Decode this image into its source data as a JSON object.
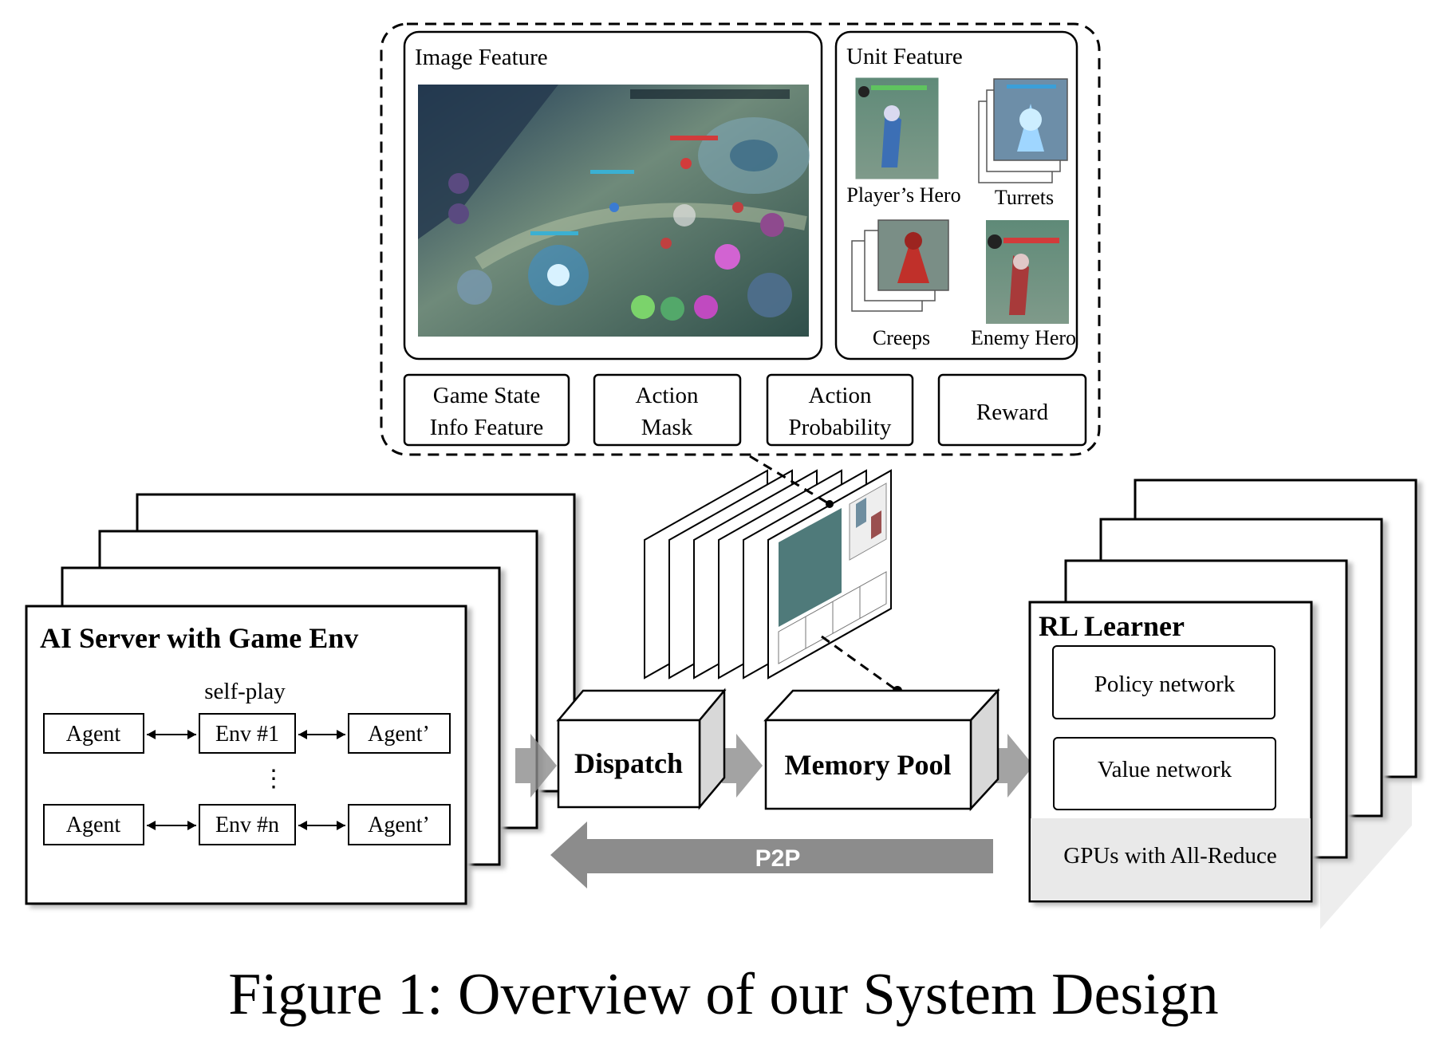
{
  "features": {
    "image_feature": {
      "title": "Image Feature"
    },
    "unit_feature": {
      "title": "Unit Feature",
      "items": [
        "Player’s Hero",
        "Turrets",
        "Creeps",
        "Enemy Hero"
      ]
    },
    "info_boxes": [
      {
        "line1": "Game State",
        "line2": "Info Feature"
      },
      {
        "line1": "Action",
        "line2": "Mask"
      },
      {
        "line1": "Action",
        "line2": "Probability"
      },
      {
        "line1": "Reward",
        "line2": ""
      }
    ]
  },
  "ai_server": {
    "title": "AI Server with Game Env",
    "selfplay_label": "self-play",
    "ellipsis": "⋮",
    "rows": [
      {
        "agent": "Agent",
        "env": "Env #1",
        "agent2": "Agent’"
      },
      {
        "agent": "Agent",
        "env": "Env #n",
        "agent2": "Agent’"
      }
    ]
  },
  "dispatch": {
    "label": "Dispatch"
  },
  "memory_pool": {
    "label": "Memory Pool"
  },
  "p2p": {
    "label": "P2P"
  },
  "rl_learner": {
    "title": "RL Learner",
    "policy": "Policy network",
    "value": "Value network",
    "gpus": "GPUs with All-Reduce"
  },
  "caption": "Figure 1: Overview of our System Design",
  "colors": {
    "gray_arrow": "#8c8c8c",
    "gpu_band": "#e9e9e9",
    "shadow": "#cfcfcf"
  },
  "icons": [
    "game-screenshot-icon",
    "hero-thumbnail-icon",
    "turret-thumbnail-icon",
    "creep-thumbnail-icon",
    "enemy-hero-thumbnail-icon"
  ]
}
